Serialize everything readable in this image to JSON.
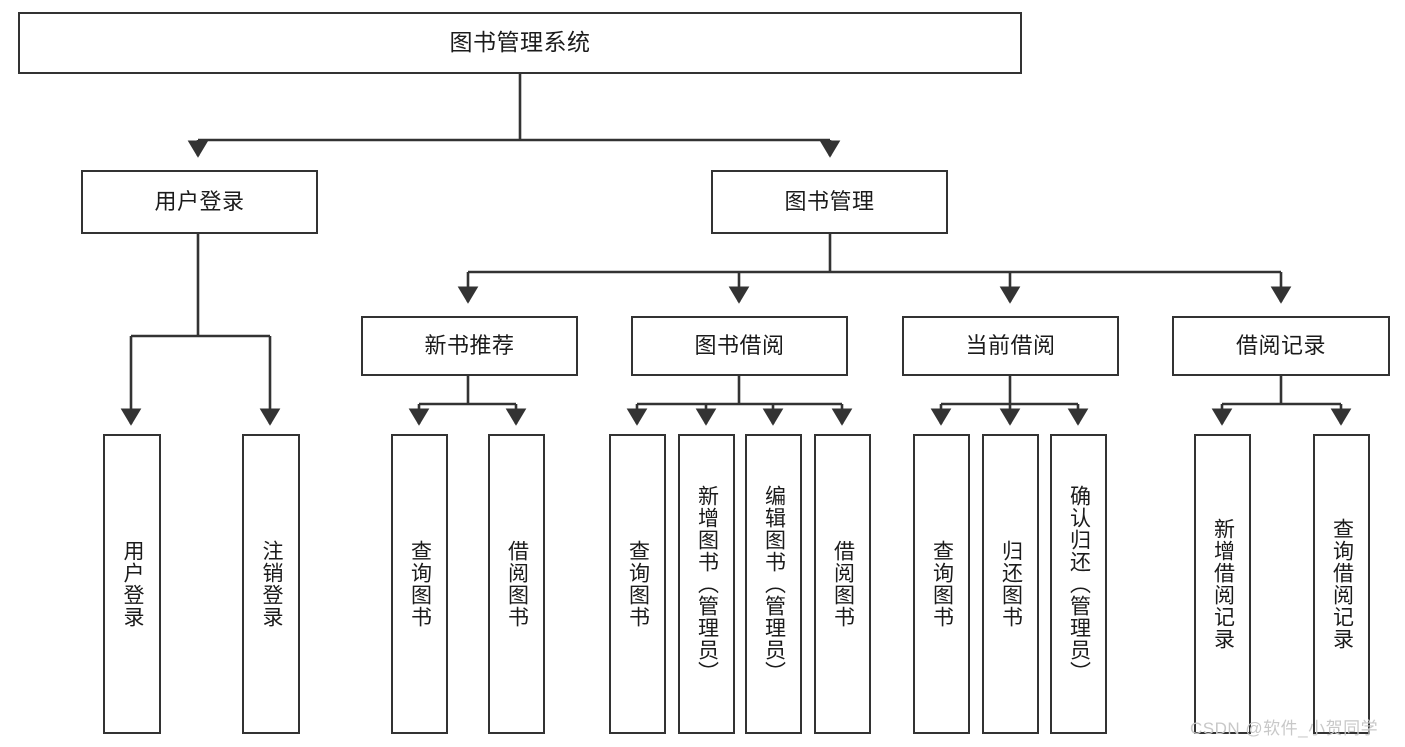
{
  "diagram": {
    "title": "图书管理系统",
    "type": "hierarchy-tree",
    "watermark": "CSDN @软件_小贺同学",
    "colors": {
      "box_border": "#333333",
      "box_fill": "#ffffff",
      "connector": "#333333",
      "text": "#1b1b1b",
      "watermark": "#c8c8c8",
      "background": "#ffffff"
    },
    "nodes": {
      "root": {
        "label": "图书管理系统"
      },
      "level2": [
        {
          "id": "user-login",
          "label": "用户登录"
        },
        {
          "id": "book-manage",
          "label": "图书管理"
        }
      ],
      "level3": [
        {
          "id": "new-book-recommend",
          "label": "新书推荐"
        },
        {
          "id": "book-borrow",
          "label": "图书借阅"
        },
        {
          "id": "current-borrow",
          "label": "当前借阅"
        },
        {
          "id": "borrow-record",
          "label": "借阅记录"
        }
      ],
      "leaves": {
        "user_login": [
          {
            "id": "leaf-user-login",
            "label": "用户登录"
          },
          {
            "id": "leaf-logout-login",
            "label": "注销登录"
          }
        ],
        "new_book_recommend": [
          {
            "id": "leaf-query-book-1",
            "label": "查询图书"
          },
          {
            "id": "leaf-borrow-book-1",
            "label": "借阅图书"
          }
        ],
        "book_borrow": [
          {
            "id": "leaf-query-book-2",
            "label": "查询图书"
          },
          {
            "id": "leaf-add-book",
            "label": "新增图书（管理员）"
          },
          {
            "id": "leaf-edit-book",
            "label": "编辑图书（管理员）"
          },
          {
            "id": "leaf-borrow-book-2",
            "label": "借阅图书"
          }
        ],
        "current_borrow": [
          {
            "id": "leaf-query-book-3",
            "label": "查询图书"
          },
          {
            "id": "leaf-return-book",
            "label": "归还图书"
          },
          {
            "id": "leaf-confirm-return",
            "label": "确认归还（管理员）"
          }
        ],
        "borrow_record": [
          {
            "id": "leaf-add-record",
            "label": "新增借阅记录"
          },
          {
            "id": "leaf-query-record",
            "label": "查询借阅记录"
          }
        ]
      }
    }
  }
}
